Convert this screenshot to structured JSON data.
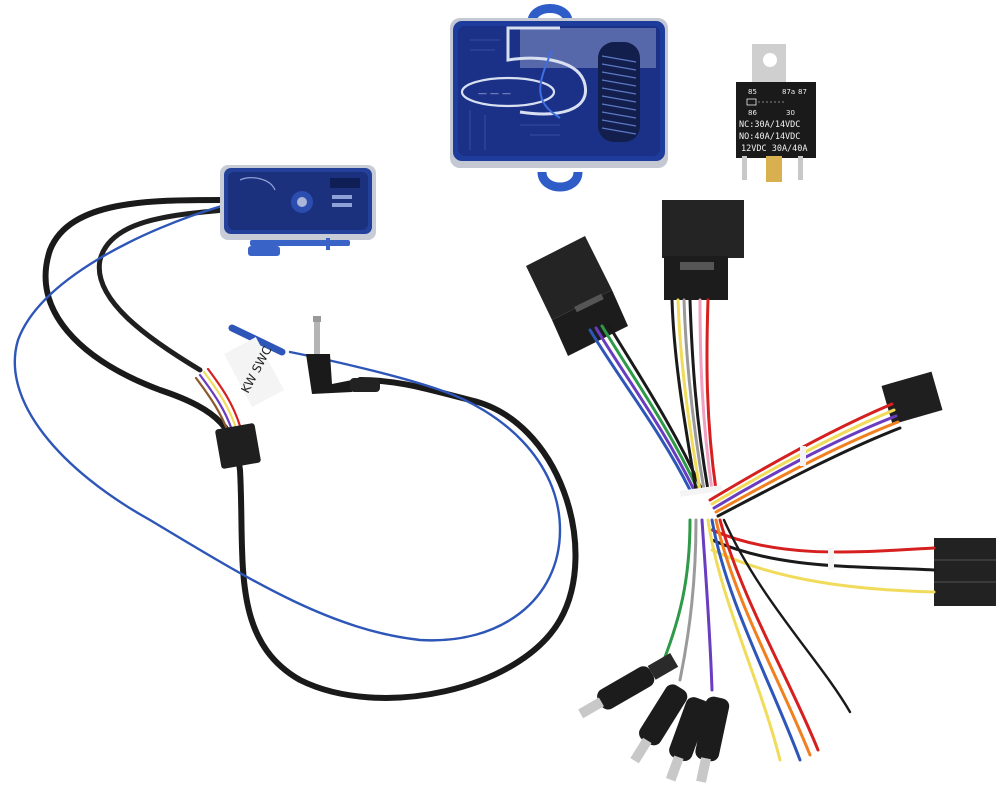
{
  "photo": {
    "subject": "Steering wheel control interface wiring harness kit",
    "background_color": "#ffffff"
  },
  "components": {
    "main_module": {
      "color": "#1f3f9e",
      "logo": "5"
    },
    "swc_module": {
      "color": "#23409a"
    },
    "relay": {
      "pins": [
        "85",
        "87a",
        "87",
        "86",
        "30"
      ],
      "lines": [
        "NC:30A/14VDC",
        "NO:40A/14VDC",
        "12VDC 30A/40A"
      ]
    },
    "cable_tag": {
      "text": "KW SWC"
    },
    "rca_plugs": {
      "count": 4
    },
    "connectors": {
      "count": 5
    }
  },
  "colors": {
    "module_blue": "#1e3c9c",
    "wire_blue": "#2d56b8",
    "wire_black": "#1a1a1a",
    "wire_red": "#d62020",
    "wire_yellow": "#f0dc5a",
    "wire_purple": "#6a3cc0",
    "wire_green": "#2e9a48",
    "wire_gray": "#9a9a9a",
    "wire_pink": "#f0a0c0",
    "wire_orange": "#f08020",
    "connector_black": "#222222"
  }
}
